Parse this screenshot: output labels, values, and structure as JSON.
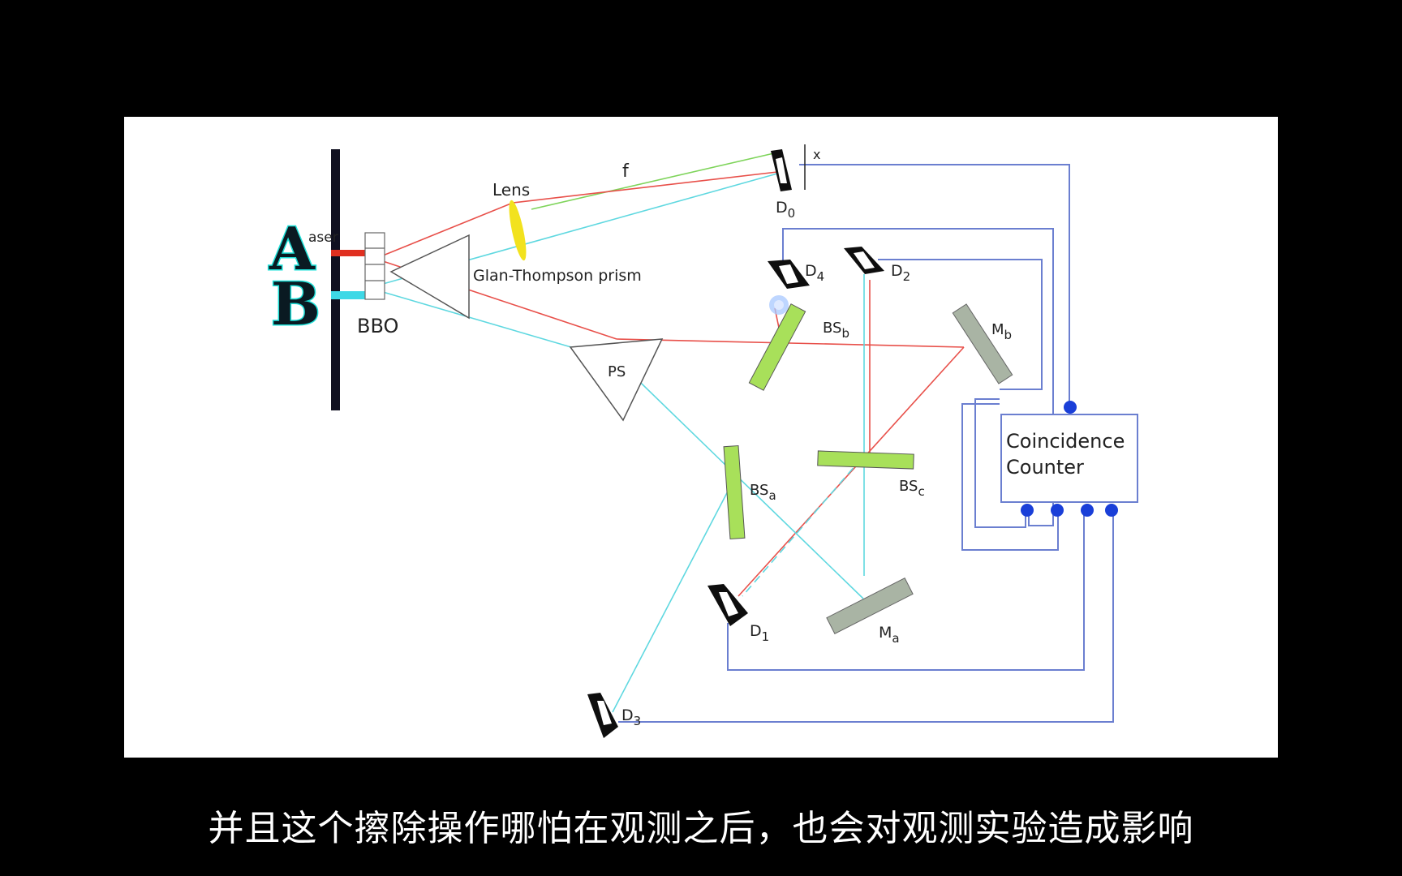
{
  "labels": {
    "A": "A",
    "B": "B",
    "laser": "aser",
    "bbo": "BBO",
    "lens": "Lens",
    "f": "f",
    "prism": "Glan-Thompson prism",
    "ps": "PS",
    "x": "x",
    "d0": "D",
    "d0_sub": "0",
    "d1": "D",
    "d1_sub": "1",
    "d2": "D",
    "d2_sub": "2",
    "d3": "D",
    "d3_sub": "3",
    "d4": "D",
    "d4_sub": "4",
    "bsa": "BS",
    "bsa_sub": "a",
    "bsb": "BS",
    "bsb_sub": "b",
    "bsc": "BS",
    "bsc_sub": "c",
    "ma": "M",
    "ma_sub": "a",
    "mb": "M",
    "mb_sub": "b",
    "counter_line1": "Coincidence",
    "counter_line2": "Counter"
  },
  "subtitle": "并且这个擦除操作哪怕在观测之后，也会对观测实验造成影响",
  "colors": {
    "red_beam": "#e8504a",
    "cyan_beam": "#5fd8e0",
    "green_beam": "#7ed45a",
    "wire": "#6b7fd0",
    "splitter": "#a8e05a",
    "mirror": "#a9b4a4",
    "lens": "#f2e21e",
    "port": "#1a3fd8"
  }
}
